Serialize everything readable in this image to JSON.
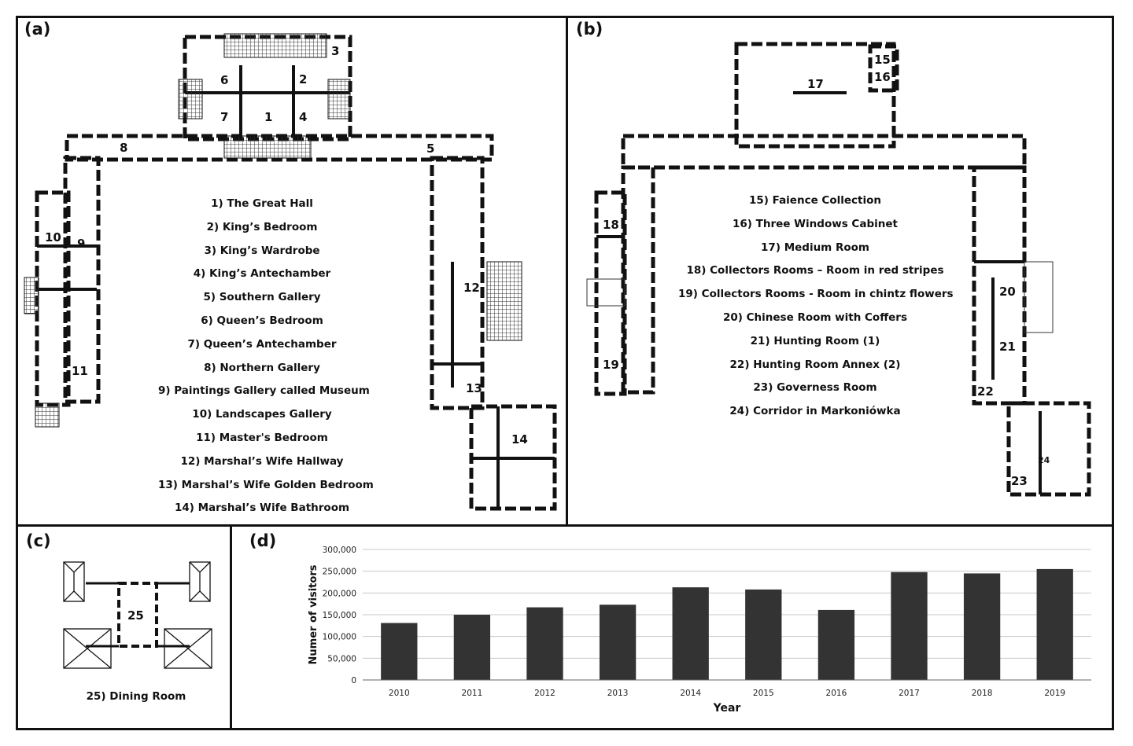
{
  "panel_a": {
    "label": "(a)",
    "legend": [
      "1) The Great Hall",
      "2) King’s Bedroom",
      "3) King’s Wardrobe",
      "4) King’s Antechamber",
      "5) Southern Gallery",
      "6) Queen’s Bedroom",
      "7) Queen’s Antechamber",
      "8) Northern Gallery",
      "9) Paintings Gallery called Museum",
      "10) Landscapes Gallery",
      "11) Master's Bedroom",
      "12) Marshal’s Wife Hallway",
      "13) Marshal’s Wife Golden Bedroom",
      "14) Marshal’s Wife Bathroom"
    ],
    "room_numbers": [
      "1",
      "2",
      "3",
      "4",
      "5",
      "6",
      "7",
      "8",
      "9",
      "10",
      "11",
      "12",
      "13",
      "14"
    ]
  },
  "panel_b": {
    "label": "(b)",
    "legend": [
      "15) Faience Collection",
      "16) Three Windows Cabinet",
      "17) Medium Room",
      "18) Collectors Rooms – Room in red stripes",
      "19) Collectors Rooms - Room in chintz flowers",
      "20) Chinese Room with Coffers",
      "21) Hunting Room (1)",
      "22) Hunting Room Annex (2)",
      "23) Governess Room",
      "24) Corridor in Markoniówka"
    ],
    "room_numbers": [
      "15",
      "16",
      "17",
      "18",
      "19",
      "20",
      "21",
      "22",
      "23",
      "24"
    ]
  },
  "panel_c": {
    "label": "(c)",
    "legend": [
      "25) Dining Room"
    ],
    "room_numbers": [
      "25"
    ]
  },
  "panel_d": {
    "label": "(d)"
  },
  "chart_data": {
    "type": "bar",
    "categories": [
      "2010",
      "2011",
      "2012",
      "2013",
      "2014",
      "2015",
      "2016",
      "2017",
      "2018",
      "2019"
    ],
    "values": [
      131000,
      150000,
      167000,
      173000,
      213000,
      208000,
      161000,
      248000,
      245000,
      255000
    ],
    "xlabel": "Year",
    "ylabel": "Numer of visitors",
    "ylim": [
      0,
      300000
    ],
    "yticks": [
      "0",
      "50,000",
      "100,000",
      "150,000",
      "200,000",
      "250,000",
      "300,000"
    ],
    "grid": true,
    "bar_color": "#333333"
  }
}
